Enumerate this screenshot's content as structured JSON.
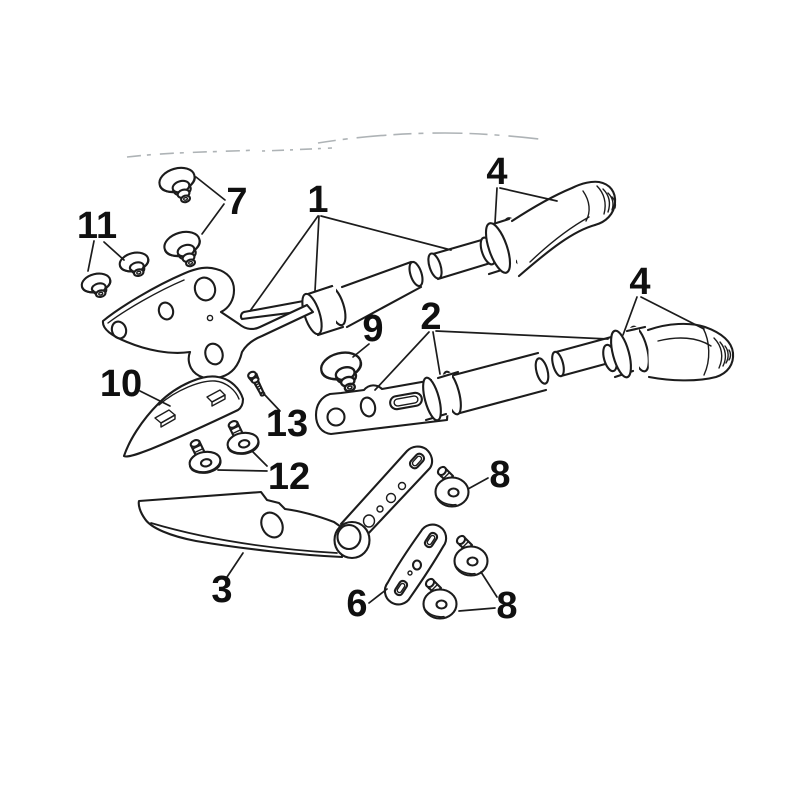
{
  "figure": {
    "type": "exploded-parts-diagram",
    "background": "#ffffff",
    "line_color": "#1c1c1c",
    "label_color": "#101010",
    "sketch_color": "#9aa0a4"
  },
  "callouts": {
    "part_1": "1",
    "part_2": "2",
    "part_3": "3",
    "part_4_upper": "4",
    "part_4_lower": "4",
    "part_6": "6",
    "part_7": "7",
    "part_8_upper": "8",
    "part_8_lower": "8",
    "part_9": "9",
    "part_10": "10",
    "part_11": "11",
    "part_12": "12",
    "part_13": "13"
  }
}
